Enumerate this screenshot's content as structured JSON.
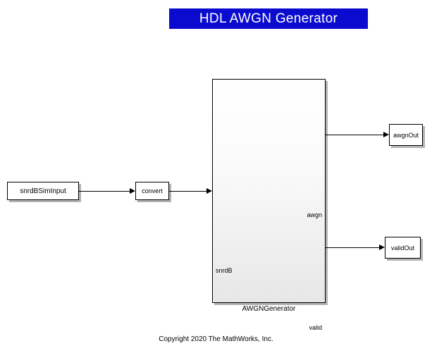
{
  "title": {
    "label": "HDL AWGN Generator",
    "bg_color": "#0b0bcf",
    "fg_color": "#ffffff"
  },
  "blocks": {
    "input": {
      "label": "snrdBSimInput"
    },
    "convert": {
      "label": "convert"
    },
    "generator": {
      "caption": "AWGNGenerator",
      "ports": {
        "awgn": "awgn",
        "snrdB": "snrdB",
        "valid": "valid"
      }
    },
    "awgn_out": {
      "label": "awgnOut"
    },
    "valid_out": {
      "label": "validOut"
    }
  },
  "footer": {
    "copyright": "Copyright 2020 The MathWorks, Inc."
  }
}
